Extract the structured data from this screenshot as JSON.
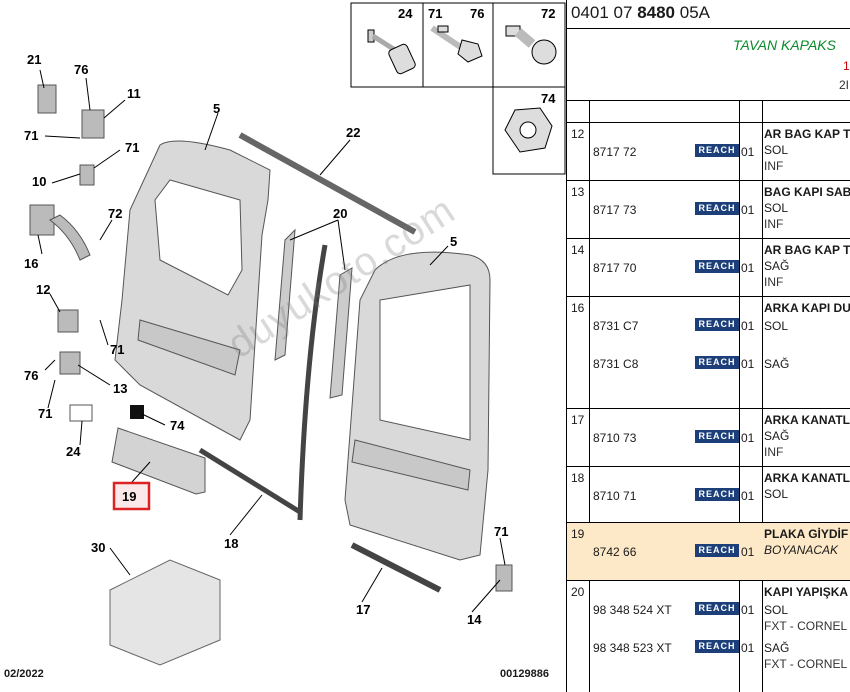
{
  "diagram": {
    "callouts": [
      "21",
      "76",
      "11",
      "71",
      "71",
      "10",
      "16",
      "72",
      "12",
      "71",
      "76",
      "13",
      "71",
      "24",
      "74",
      "19",
      "5",
      "22",
      "20",
      "5",
      "18",
      "30",
      "17",
      "71",
      "14"
    ],
    "footer_date": "02/2022",
    "footer_code": "00129886",
    "watermark": "duyukoto.com",
    "inset_labels": [
      "24",
      "71",
      "76",
      "72",
      "74"
    ]
  },
  "parts_table": {
    "reference": {
      "prefix": "0401 07 ",
      "bold": "8480",
      "suffix": " 05A"
    },
    "title": "TAVAN KAPAKS",
    "sub1": "1",
    "sub2": "2I",
    "badge": "REACH",
    "rows": [
      {
        "num": "12",
        "parts": [
          {
            "ref": "8717 72",
            "qty": "01"
          }
        ],
        "desc": [
          "AR BAG KAP T",
          "SOL",
          "INF"
        ]
      },
      {
        "num": "13",
        "parts": [
          {
            "ref": "8717 73",
            "qty": "01"
          }
        ],
        "desc": [
          "BAG KAPI SAB",
          "SOL",
          "INF"
        ]
      },
      {
        "num": "14",
        "parts": [
          {
            "ref": "8717 70",
            "qty": "01"
          }
        ],
        "desc": [
          "AR BAG KAP T",
          "SAĞ",
          "INF"
        ]
      },
      {
        "num": "16",
        "parts": [
          {
            "ref": "8731 C7",
            "qty": "01",
            "side": "SOL"
          },
          {
            "ref": "8731 C8",
            "qty": "01",
            "side": "SAĞ"
          }
        ],
        "desc": [
          "ARKA KAPI DU"
        ]
      },
      {
        "num": "17",
        "parts": [
          {
            "ref": "8710 73",
            "qty": "01"
          }
        ],
        "desc": [
          "ARKA KANATL",
          "SAĞ",
          "INF"
        ]
      },
      {
        "num": "18",
        "parts": [
          {
            "ref": "8710 71",
            "qty": "01"
          }
        ],
        "desc": [
          "ARKA KANATL",
          "SOL"
        ]
      },
      {
        "num": "19",
        "parts": [
          {
            "ref": "8742 66",
            "qty": "01"
          }
        ],
        "desc": [
          "PLAKA GİYDİF",
          "BOYANACAK"
        ],
        "highlight": true
      },
      {
        "num": "20",
        "parts": [
          {
            "ref": "98 348 524 XT",
            "qty": "01",
            "side": "SOL",
            "note": "FXT - CORNEL"
          },
          {
            "ref": "98 348 523 XT",
            "qty": "01",
            "side": "SAĞ",
            "note": "FXT - CORNEL"
          }
        ],
        "desc": [
          "KAPI YAPIŞKA"
        ]
      }
    ]
  }
}
